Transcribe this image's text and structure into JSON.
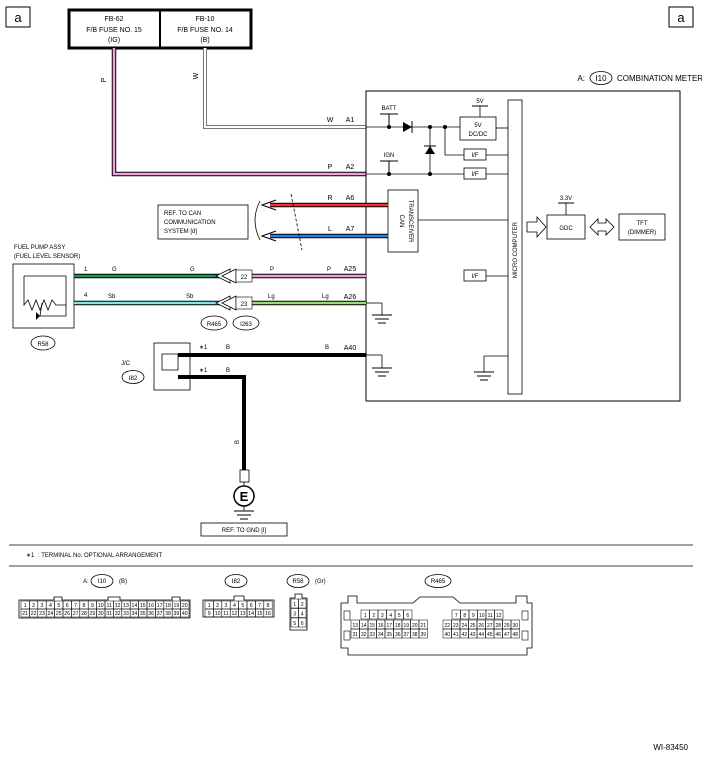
{
  "corner_label_left": "a",
  "corner_label_right": "a",
  "fuses": [
    {
      "id": "FB-62",
      "line2": "F/B FUSE NO. 15",
      "line3": "(IG)"
    },
    {
      "id": "FB-10",
      "line2": "F/B FUSE NO. 14",
      "line3": "(B)"
    }
  ],
  "meter": {
    "prefix": "A:",
    "connector": "I10",
    "title": "COMBINATION METER"
  },
  "internal": {
    "batt": "BATT",
    "ign": "IGN",
    "dcdc_in": "5V",
    "dcdc_line1": "5V",
    "dcdc_line2": "DC/DC",
    "if": "I/F",
    "can_line1": "CAN",
    "can_line2": "TRANSCEIVER",
    "micro": "MICRO COMPUTER",
    "gdc_v": "3.3V",
    "gdc": "GDC",
    "tft_line1": "TFT",
    "tft_line2": "(DIMMER)"
  },
  "pins": {
    "a1": "A1",
    "a2": "A2",
    "a6": "A6",
    "a7": "A7",
    "a25": "A25",
    "a26": "A26",
    "a40": "A40"
  },
  "wires": {
    "w": "W",
    "p": "P",
    "r": "R",
    "l": "L",
    "g": "G",
    "sb": "Sb",
    "lg": "Lg",
    "b": "B"
  },
  "can_ref": [
    "REF. TO CAN",
    "COMMUNICATION",
    "SYSTEM [d]"
  ],
  "sensor": {
    "line1": "FUEL PUMP ASSY",
    "line2": "(FUEL LEVEL SENSOR)",
    "pin1": "1",
    "pin4": "4",
    "conn": "R58"
  },
  "junction": {
    "pin22": "22",
    "pin23": "23",
    "conn1": "R465",
    "conn2": "I263"
  },
  "jc": {
    "label": "J/C",
    "conn": "I82",
    "mark": "∗1"
  },
  "ground": {
    "symbol": "E",
    "ref": "REF. TO GND [I]"
  },
  "note": {
    "mark": "∗1",
    "text": ": TERMINAL No. OPTIONAL ARRANGEMENT"
  },
  "connectors": {
    "i10": {
      "prefix": "A:",
      "name": "I10",
      "color": "(B)",
      "row1": [
        "1",
        "2",
        "3",
        "4",
        "5",
        "6",
        "7",
        "8",
        "9",
        "10",
        "11",
        "12",
        "13",
        "14",
        "15",
        "16",
        "17",
        "18",
        "19",
        "20"
      ],
      "row2": [
        "21",
        "22",
        "23",
        "24",
        "25",
        "26",
        "27",
        "28",
        "29",
        "30",
        "31",
        "32",
        "33",
        "34",
        "35",
        "36",
        "37",
        "38",
        "39",
        "40"
      ]
    },
    "i82": {
      "name": "I82",
      "row1": [
        "1",
        "2",
        "3",
        "4",
        "5",
        "6",
        "7",
        "8"
      ],
      "row2": [
        "9",
        "10",
        "11",
        "12",
        "13",
        "14",
        "15",
        "16"
      ]
    },
    "r58": {
      "name": "R58",
      "color": "(Gr)",
      "cells": [
        "1",
        "2",
        "3",
        "4",
        "5",
        "6"
      ]
    },
    "r465": {
      "name": "R465",
      "left_row1": [
        "1",
        "2",
        "3",
        "4",
        "5",
        "6"
      ],
      "left_row2": [
        "13",
        "14",
        "15",
        "16",
        "17",
        "18",
        "19",
        "20",
        "21"
      ],
      "left_row3": [
        "31",
        "32",
        "33",
        "34",
        "35",
        "36",
        "37",
        "38",
        "39"
      ],
      "right_row1": [
        "7",
        "8",
        "9",
        "10",
        "11",
        "12"
      ],
      "right_row2": [
        "22",
        "23",
        "24",
        "25",
        "26",
        "27",
        "28",
        "29",
        "30"
      ],
      "right_row3": [
        "40",
        "41",
        "42",
        "43",
        "44",
        "45",
        "46",
        "47",
        "48"
      ]
    }
  },
  "figure_id": "WI-83450"
}
